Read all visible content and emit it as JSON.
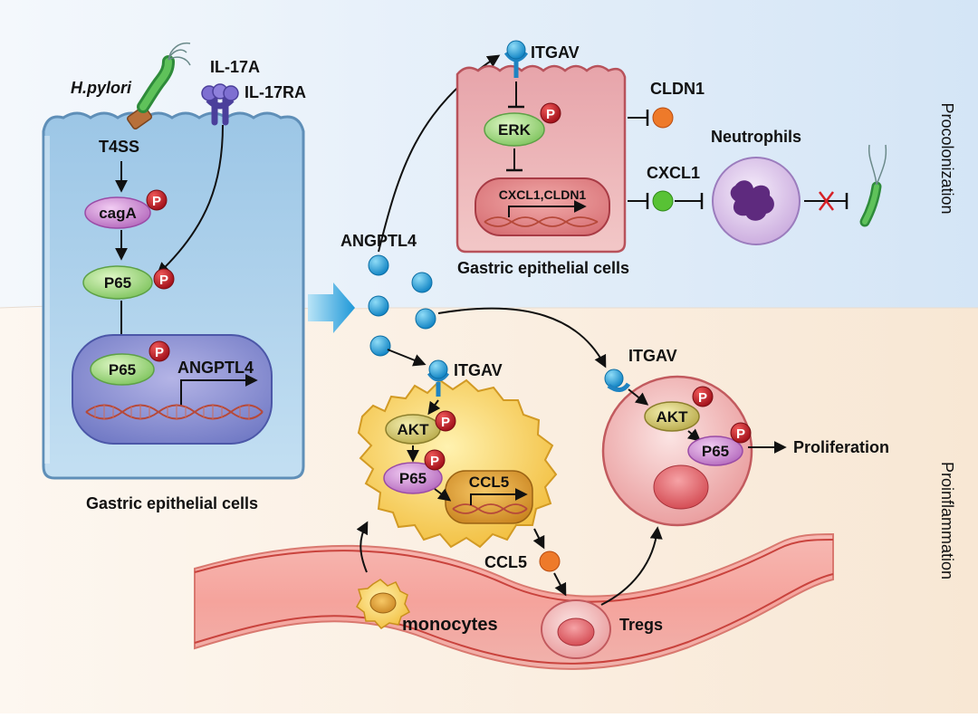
{
  "left_cell": {
    "hpylori": "H.pylori",
    "il17a": "IL-17A",
    "il17ra": "IL-17RA",
    "t4ss": "T4SS",
    "caga": "cagA",
    "p65_cyto": "P65",
    "p65_nuc": "P65",
    "angptl4_gene": "ANGPTL4",
    "caption": "Gastric epithelial cells"
  },
  "phospho": "P",
  "secreted": "ANGPTL4",
  "top_cell": {
    "itgav": "ITGAV",
    "erk": "ERK",
    "genes": "CXCL1,CLDN1",
    "caption": "Gastric epithelial cells",
    "cldn1": "CLDN1",
    "cxcl1": "CXCL1",
    "neutrophils": "Neutrophils"
  },
  "macrophage": {
    "itgav": "ITGAV",
    "akt": "AKT",
    "p65": "P65",
    "ccl5_gene": "CCL5",
    "ccl5_secreted": "CCL5"
  },
  "treg_cell": {
    "itgav": "ITGAV",
    "akt": "AKT",
    "p65": "P65",
    "proliferation": "Proliferation"
  },
  "vessel": {
    "monocytes": "monocytes",
    "tregs": "Tregs"
  },
  "side_labels": {
    "procolonization": "Procolonization",
    "proinflammation": "Proinflammation"
  },
  "colors": {
    "top_panel": "#dbe9f7",
    "bottom_panel": "#fbeee0",
    "phospho": "#c81e2a",
    "angptl4_ball": "#2a9fd6"
  }
}
